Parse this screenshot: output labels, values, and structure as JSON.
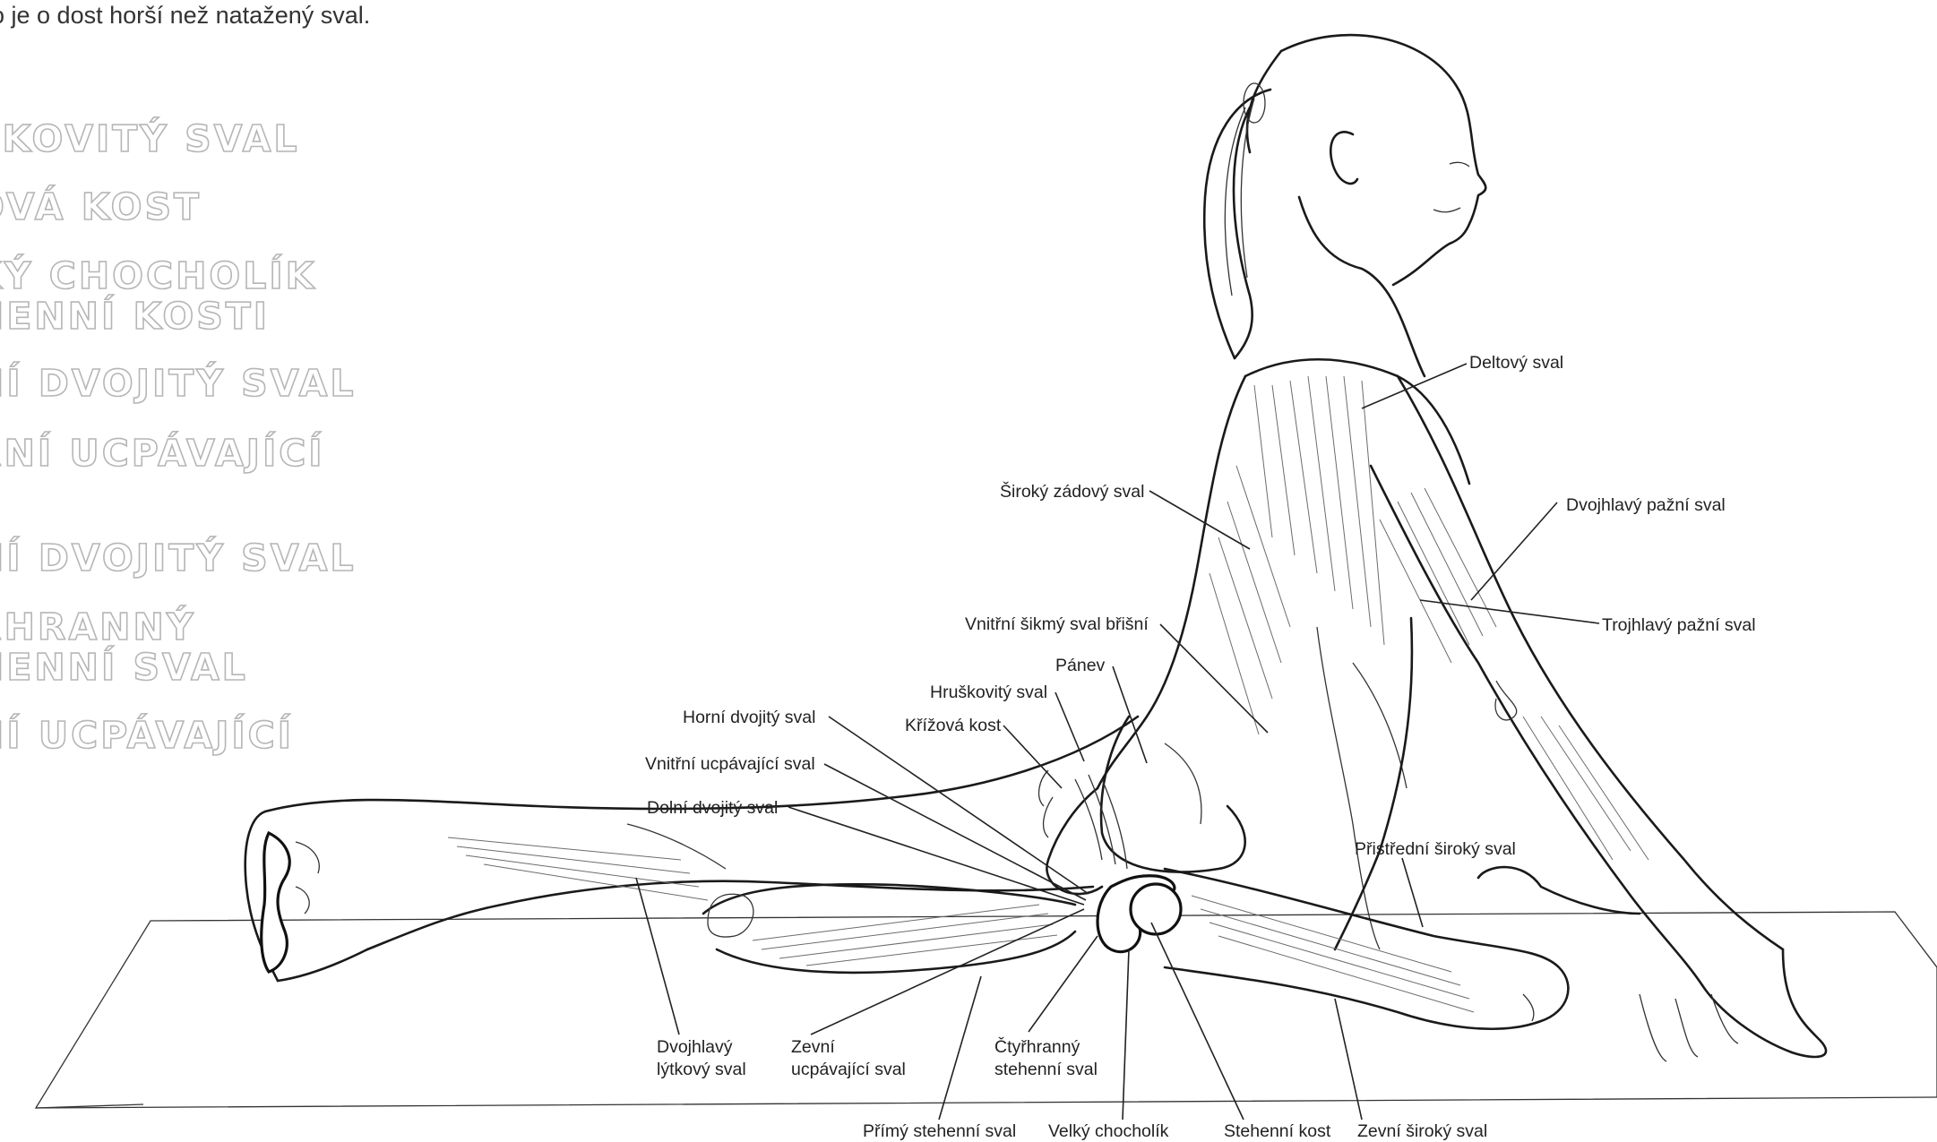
{
  "intro_text": "o je o dost horší než natažený sval.",
  "sidebar_terms": [
    "ŠKOVITÝ SVAL",
    "OVÁ KOST",
    "KÝ CHOCHOLÍK\nHENNÍ KOSTI",
    "NÍ DVOJITÝ SVAL",
    "ŘNÍ UCPÁVAJÍCÍ\n",
    "NÍ DVOJITÝ SVAL",
    "ŘHRANNÝ\nHENNÍ SVAL",
    "NÍ UCPÁVAJÍCÍ\n"
  ],
  "labels": {
    "deltovy": "Deltový sval",
    "siroky_zadovy": "Široký zádový sval",
    "dvojhlavy_pazni": "Dvojhlavý pažní sval",
    "vnitrni_sikmy": "Vnitřní šikmý sval břišní",
    "trojhlavy_pazni": "Trojhlavý pažní sval",
    "panev": "Pánev",
    "hruskovity": "Hruškovitý sval",
    "horni_dvojity": "Horní dvojitý sval",
    "krizova": "Křížová kost",
    "vnitrni_ucpavajici": "Vnitřní ucpávající sval",
    "dolni_dvojity": "Dolní dvojitý sval",
    "pristredni_siroky": "Přistřední široký sval",
    "dvojhlavy_lytkovy_1": "Dvojhlavý",
    "dvojhlavy_lytkovy_2": "lýtkový sval",
    "zevni_ucpavajici_1": "Zevní",
    "zevni_ucpavajici_2": "ucpávající sval",
    "ctyrhranny_1": "Čtyřhranný",
    "ctyrhranny_2": "stehenní sval",
    "primy_stehenni": "Přímý stehenní sval",
    "velky_chocholik": "Velký chocholík",
    "stehenni_kost": "Stehenní kost",
    "zevni_siroky": "Zevní široký sval"
  }
}
